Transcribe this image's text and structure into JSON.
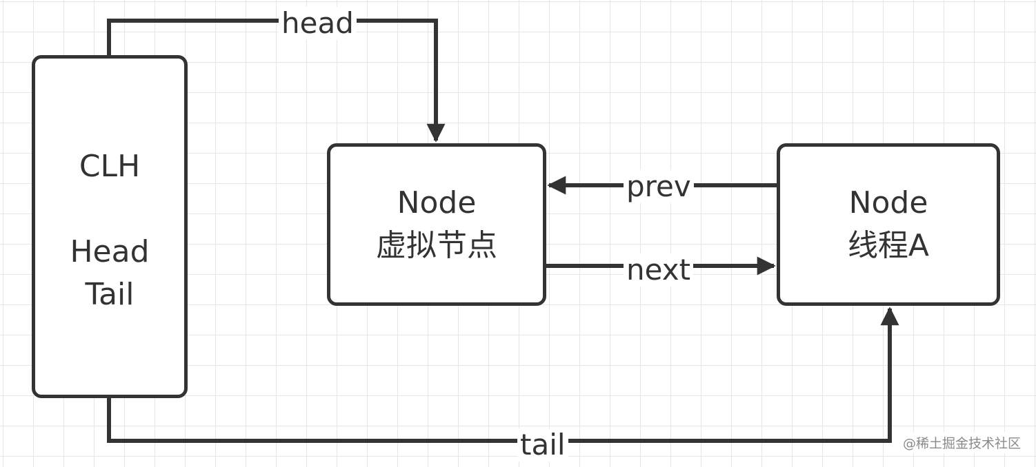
{
  "nodes": {
    "clh": {
      "title": "CLH",
      "line1": "Head",
      "line2": "Tail"
    },
    "virtual_node": {
      "line1": "Node",
      "line2": "虚拟节点"
    },
    "thread_node": {
      "line1": "Node",
      "line2": "线程A"
    }
  },
  "edges": {
    "head": "head",
    "prev": "prev",
    "next": "next",
    "tail": "tail"
  },
  "watermark": "@稀土掘金技术社区",
  "colors": {
    "stroke": "#333333",
    "grid": "#e6e6e6",
    "watermark": "#8a8a8a"
  }
}
